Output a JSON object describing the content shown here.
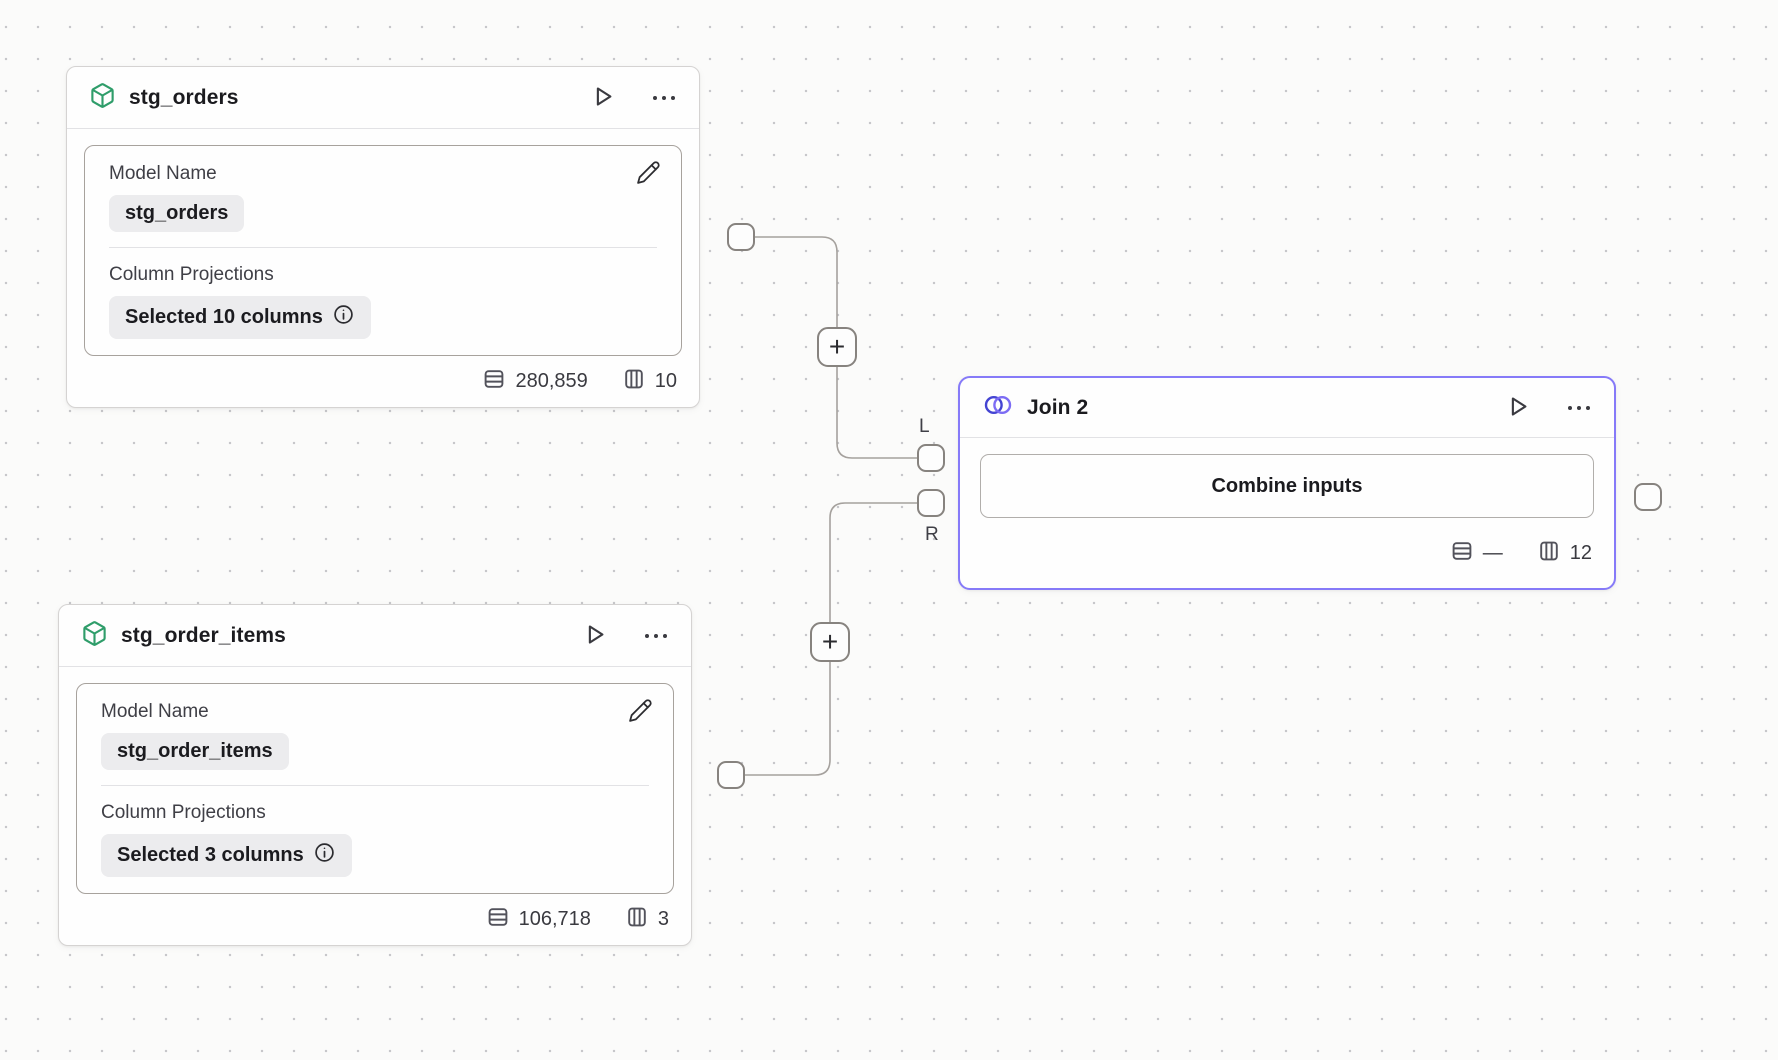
{
  "canvas": {
    "background_color": "#fbfbfa",
    "dot_color": "#c7c7ca"
  },
  "nodes": {
    "stg_orders": {
      "title": "stg_orders",
      "icon": "cube-icon",
      "model_name_label": "Model Name",
      "model_name_value": "stg_orders",
      "column_projections_label": "Column Projections",
      "column_projections_value": "Selected 10 columns",
      "row_count": "280,859",
      "column_count": "10"
    },
    "stg_order_items": {
      "title": "stg_order_items",
      "icon": "cube-icon",
      "model_name_label": "Model Name",
      "model_name_value": "stg_order_items",
      "column_projections_label": "Column Projections",
      "column_projections_value": "Selected 3 columns",
      "row_count": "106,718",
      "column_count": "3"
    },
    "join": {
      "title": "Join 2",
      "icon": "join-circles-icon",
      "button_label": "Combine inputs",
      "row_count": "—",
      "column_count": "12"
    }
  },
  "edges": {
    "left_port_label": "L",
    "right_port_label": "R",
    "plus_label": "+"
  },
  "colors": {
    "model_icon_green": "#2f9d6a",
    "join_border_violet": "#867af8",
    "join_icon_indigo": "#4444d2",
    "join_icon_violet": "#7c6cf4",
    "edge_gray": "#a5a19d"
  }
}
